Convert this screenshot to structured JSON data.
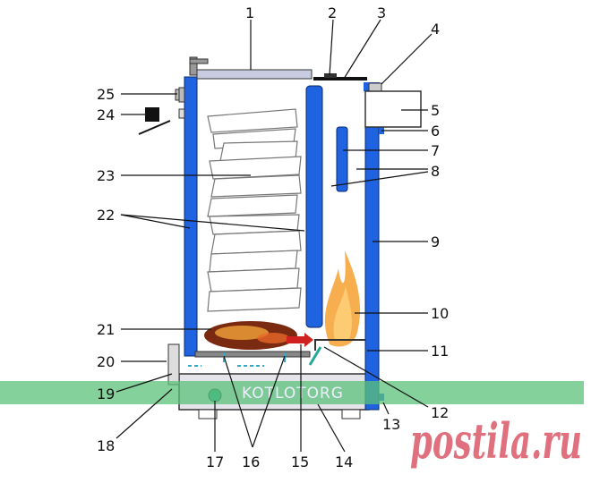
{
  "labels": [
    "1",
    "2",
    "3",
    "4",
    "5",
    "6",
    "7",
    "8",
    "9",
    "10",
    "11",
    "12",
    "13",
    "14",
    "15",
    "16",
    "17",
    "18",
    "19",
    "20",
    "21",
    "22",
    "23",
    "24",
    "25"
  ],
  "watermarks": {
    "band": "KOTLOTORG",
    "site": "postila.ru"
  },
  "colors": {
    "water_jacket": "#1f63e0",
    "band": "#5cc27a",
    "flame": "#f5a030",
    "watermark": "#e0707e"
  }
}
